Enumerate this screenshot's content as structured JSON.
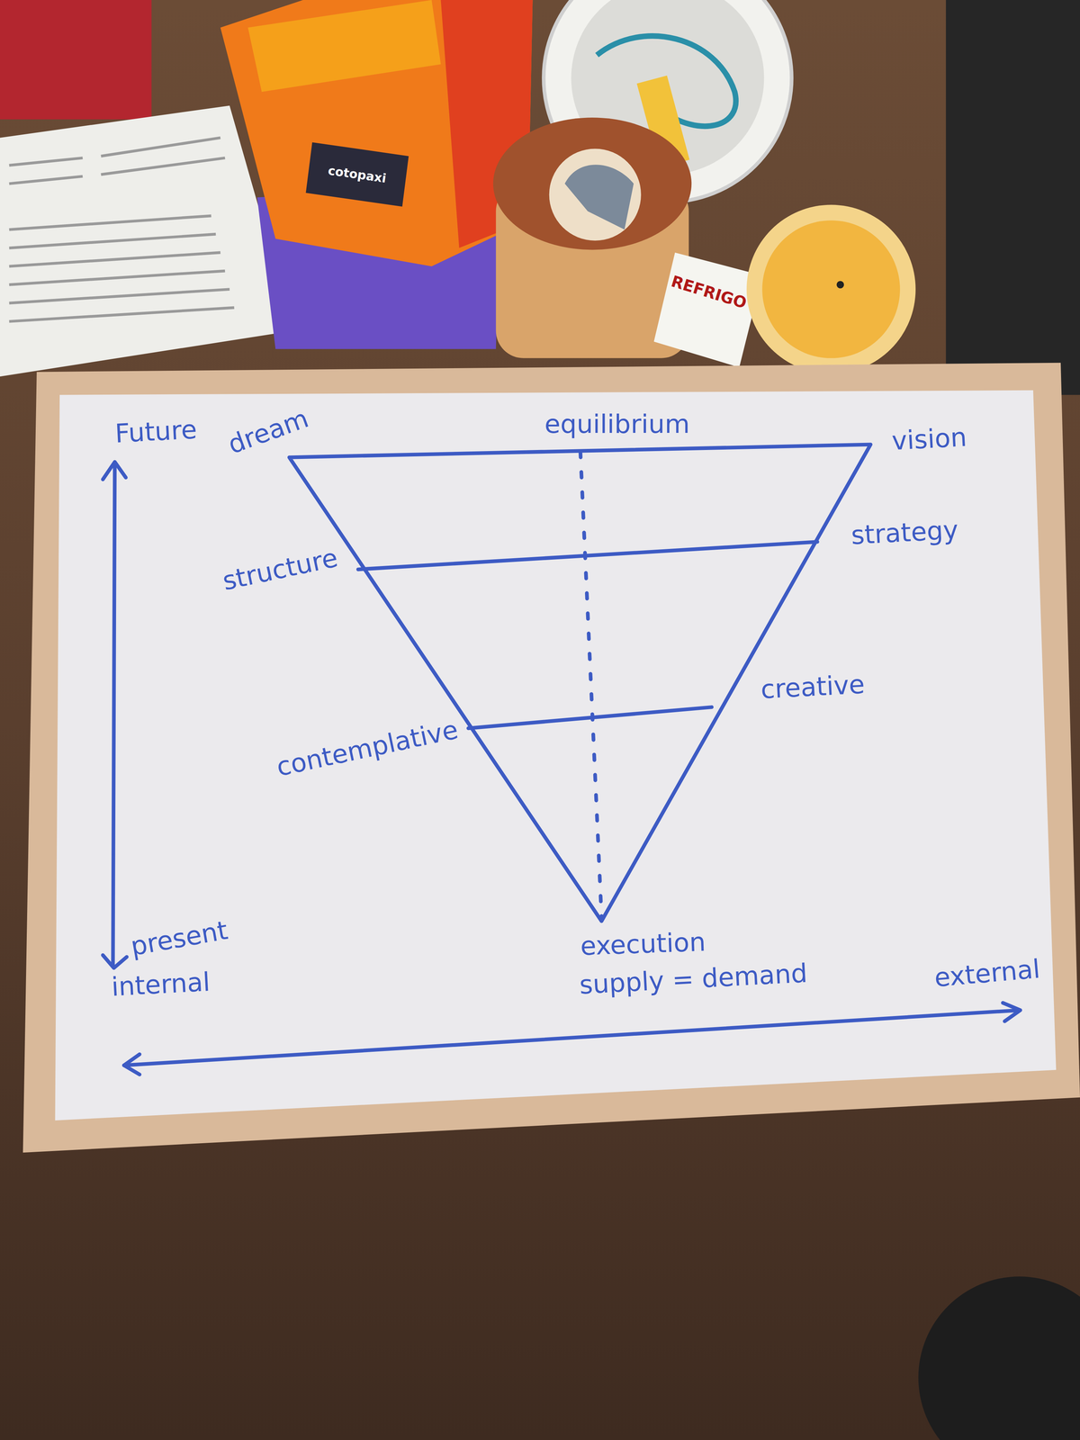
{
  "diagram": {
    "labels": [
      "Future",
      "dream",
      "equilibrium",
      "vision",
      "structure",
      "strategy",
      "contemplative",
      "creative",
      "present",
      "internal",
      "execution",
      "supply = demand",
      "external",
      "cotopaxi",
      "REFRIGO"
    ]
  }
}
